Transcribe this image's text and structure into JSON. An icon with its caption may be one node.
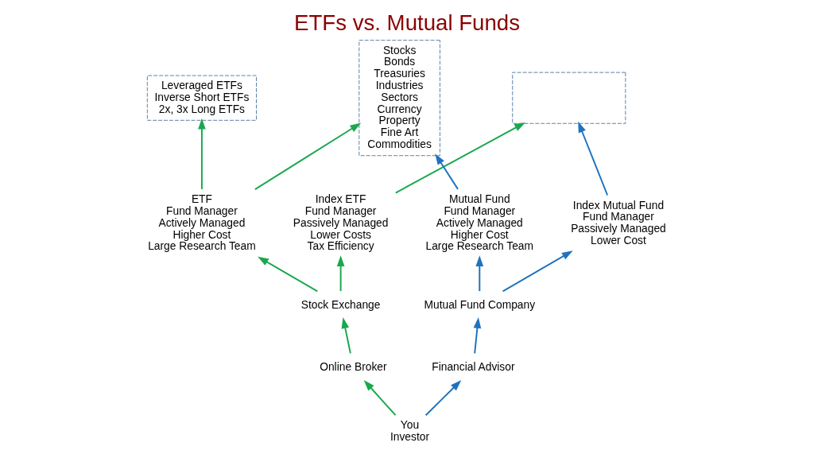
{
  "diagram": {
    "title": "ETFs vs. Mutual Funds",
    "nodes": [
      {
        "text": [],
        "shape": "box"
      },
      {
        "text": [
          "Leveraged ETFs",
          "Inverse Short ETFs",
          "2x, 3x Long ETFs"
        ]
      },
      {
        "text": [
          "Stocks",
          "Bonds",
          "Treasuries",
          "Industries",
          "Sectors",
          "Currency",
          "Property",
          "Fine Art",
          "Commodities"
        ]
      },
      {
        "text": [
          "Index ETF",
          "Fund Manager",
          "Passively Managed",
          "Lower Costs",
          "Tax Efficiency"
        ]
      },
      {
        "text": [
          "ETF",
          "Fund Manager",
          "Actively Managed",
          "Higher Cost",
          "Large Research Team"
        ]
      },
      {
        "text": [
          "Index Mutual Fund",
          "Fund Manager",
          "Passively Managed",
          "Lower Cost"
        ]
      },
      {
        "text": [
          "Mutual Fund",
          "Fund Manager",
          "Actively Managed",
          "Higher Cost",
          "Large Research Team"
        ]
      },
      {
        "text": [
          "Stock Exchange"
        ]
      },
      {
        "text": [
          "Mutual Fund Company"
        ]
      },
      {
        "text": [
          "Online Broker"
        ]
      },
      {
        "text": [
          "You",
          "Investor"
        ]
      },
      {
        "text": [
          "Financial Advisor"
        ]
      }
    ],
    "edges": [
      {
        "from": 3,
        "to": 0,
        "arrow": "to"
      },
      {
        "from": 4,
        "to": 1,
        "arrow": "to"
      },
      {
        "from": 4,
        "to": 2,
        "arrow": "to"
      },
      {
        "from": 5,
        "to": 0,
        "arrow": "to",
        "color": "#1f73c0"
      },
      {
        "from": 6,
        "to": 2,
        "arrow": "to",
        "color": "#1f73c0"
      },
      {
        "from": 7,
        "to": 3,
        "arrow": "to"
      },
      {
        "from": 7,
        "to": 4,
        "arrow": "to"
      },
      {
        "from": 8,
        "to": 5,
        "arrow": "to",
        "color": "#1f73c0"
      },
      {
        "from": 8,
        "to": 6,
        "arrow": "to",
        "color": "#1f73c0"
      },
      {
        "from": 9,
        "to": 7,
        "arrow": "to"
      },
      {
        "from": 10,
        "to": 9,
        "arrow": "to"
      },
      {
        "from": 10,
        "to": 11,
        "arrow": "to",
        "color": "#1f73c0"
      },
      {
        "from": 11,
        "to": 8,
        "arrow": "to",
        "color": "#1f73c0"
      }
    ]
  }
}
